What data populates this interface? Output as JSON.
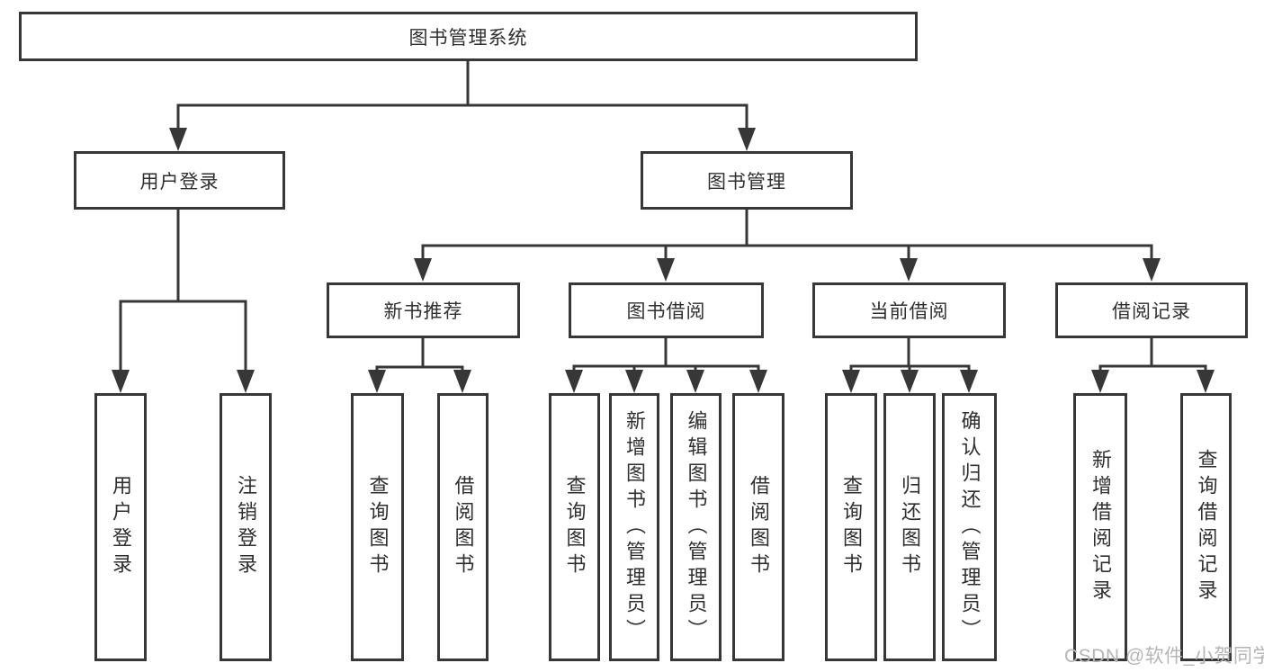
{
  "root": {
    "label": "图书管理系统"
  },
  "level2": [
    {
      "id": "user-login",
      "label": "用户登录"
    },
    {
      "id": "book-management",
      "label": "图书管理"
    }
  ],
  "level3": [
    {
      "id": "new-book-recommend",
      "label": "新书推荐"
    },
    {
      "id": "book-borrowing",
      "label": "图书借阅"
    },
    {
      "id": "current-borrowing",
      "label": "当前借阅"
    },
    {
      "id": "borrowing-records",
      "label": "借阅记录"
    }
  ],
  "leaves": [
    {
      "id": "user-login",
      "label": "用户登录"
    },
    {
      "id": "logout",
      "label": "注销登录"
    },
    {
      "id": "query-books-recommend",
      "label": "查询图书"
    },
    {
      "id": "borrow-books-recommend",
      "label": "借阅图书"
    },
    {
      "id": "query-books-borrowing",
      "label": "查询图书"
    },
    {
      "id": "add-books-admin",
      "label": "新增图书（管理员）"
    },
    {
      "id": "edit-books-admin",
      "label": "编辑图书（管理员）"
    },
    {
      "id": "borrow-books-borrowing",
      "label": "借阅图书"
    },
    {
      "id": "query-books-current",
      "label": "查询图书"
    },
    {
      "id": "return-books",
      "label": "归还图书"
    },
    {
      "id": "confirm-return-admin",
      "label": "确认归还（管理员）"
    },
    {
      "id": "add-borrow-record",
      "label": "新增借阅记录"
    },
    {
      "id": "query-borrow-record",
      "label": "查询借阅记录"
    }
  ],
  "watermark": {
    "text": "CSDN @软件_小贺同学"
  },
  "colors": {
    "line": "#373737",
    "text": "#2f2f2f",
    "watermark": "#b5b5b5",
    "background": "#ffffff"
  }
}
